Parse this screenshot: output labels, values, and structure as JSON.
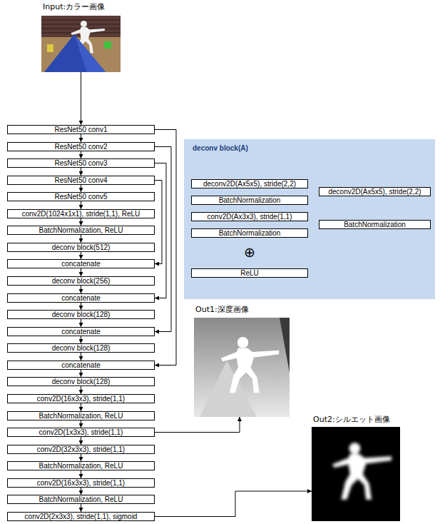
{
  "diagram": {
    "nodes": [
      {
        "text": [
          "Input:カラー画像"
        ]
      },
      {
        "text": [
          "ResNet50 conv1"
        ]
      },
      {
        "text": [
          "ResNet50 conv2"
        ]
      },
      {
        "text": [
          "ResNet50 conv3"
        ]
      },
      {
        "text": [
          "ResNet50 conv4"
        ]
      },
      {
        "text": [
          "ResNet50 conv5"
        ]
      },
      {
        "text": [
          "conv2D(1024x1x1), stride(1,1), ReLU"
        ]
      },
      {
        "text": [
          "BatchNormalization, ReLU"
        ]
      },
      {
        "text": [
          "deconv block(512)"
        ]
      },
      {
        "text": [
          "concatenate"
        ]
      },
      {
        "text": [
          "deconv block(256)"
        ]
      },
      {
        "text": [
          "concatenate"
        ]
      },
      {
        "text": [
          "deconv block(128)"
        ]
      },
      {
        "text": [
          "concatenate"
        ]
      },
      {
        "text": [
          "deconv block(128)"
        ]
      },
      {
        "text": [
          "concatenate"
        ]
      },
      {
        "text": [
          "deconv block(128)"
        ]
      },
      {
        "text": [
          "conv2D(16x3x3), stride(1,1)"
        ]
      },
      {
        "text": [
          "BatchNormalization, ReLU"
        ]
      },
      {
        "text": [
          "conv2D(1x3x3), stride(1,1)"
        ]
      },
      {
        "text": [
          "conv2D(32x3x3), stride(1,1)"
        ]
      },
      {
        "text": [
          "BatchNormalization, ReLU"
        ]
      },
      {
        "text": [
          "conv2D(16x3x3), stride(1,1)"
        ]
      },
      {
        "text": [
          "BatchNormalization, ReLU"
        ]
      },
      {
        "text": [
          "conv2D(2x3x3), stride(1,1), sigmoid"
        ]
      },
      {
        "text": [
          "Out1:深度画像"
        ]
      },
      {
        "text": [
          "Out2:シルエット画像"
        ]
      },
      {
        "text": [
          "deconv block(A)"
        ]
      },
      {
        "text": [
          "deconv2D(Ax5x5), stride(2,2)"
        ],
        "in": 27
      },
      {
        "text": [
          "deconv2D(Ax5x5), stride(2,2)"
        ],
        "in": 27
      },
      {
        "text": [
          "BatchNormalization"
        ],
        "in": 27
      },
      {
        "text": [
          "conv2D(Ax3x3), stride(1,1)"
        ],
        "in": 27
      },
      {
        "text": [
          "BatchNormalization"
        ],
        "in": 27
      },
      {
        "text": [
          "BatchNormalization"
        ],
        "in": 27
      },
      {
        "text": [
          "⊕"
        ],
        "in": 27
      },
      {
        "text": [
          "ReLU"
        ],
        "in": 27
      }
    ],
    "edges": [
      {
        "from": 0,
        "to": 1,
        "arrow": "to"
      },
      {
        "from": 1,
        "to": 2,
        "arrow": "to"
      },
      {
        "from": 2,
        "to": 3,
        "arrow": "to"
      },
      {
        "from": 3,
        "to": 4,
        "arrow": "to"
      },
      {
        "from": 4,
        "to": 5,
        "arrow": "to"
      },
      {
        "from": 5,
        "to": 6,
        "arrow": "to"
      },
      {
        "from": 6,
        "to": 7,
        "arrow": "to"
      },
      {
        "from": 7,
        "to": 8,
        "arrow": "to"
      },
      {
        "from": 8,
        "to": 9,
        "arrow": "to"
      },
      {
        "from": 9,
        "to": 10,
        "arrow": "to"
      },
      {
        "from": 10,
        "to": 11,
        "arrow": "to"
      },
      {
        "from": 11,
        "to": 12,
        "arrow": "to"
      },
      {
        "from": 12,
        "to": 13,
        "arrow": "to"
      },
      {
        "from": 13,
        "to": 14,
        "arrow": "to"
      },
      {
        "from": 14,
        "to": 15,
        "arrow": "to"
      },
      {
        "from": 15,
        "to": 16,
        "arrow": "to"
      },
      {
        "from": 16,
        "to": 17,
        "arrow": "to"
      },
      {
        "from": 17,
        "to": 18,
        "arrow": "to"
      },
      {
        "from": 18,
        "to": 19,
        "arrow": "to"
      },
      {
        "from": 19,
        "to": 20,
        "arrow": "to"
      },
      {
        "from": 20,
        "to": 21,
        "arrow": "to"
      },
      {
        "from": 21,
        "to": 22,
        "arrow": "to"
      },
      {
        "from": 22,
        "to": 23,
        "arrow": "to"
      },
      {
        "from": 23,
        "to": 24,
        "arrow": "to"
      },
      {
        "from": 4,
        "to": 9,
        "arrow": "to"
      },
      {
        "from": 3,
        "to": 11,
        "arrow": "to"
      },
      {
        "from": 2,
        "to": 13,
        "arrow": "to"
      },
      {
        "from": 1,
        "to": 15,
        "arrow": "to"
      },
      {
        "from": 19,
        "to": 25,
        "arrow": "to"
      },
      {
        "from": 24,
        "to": 26,
        "arrow": "to"
      },
      {
        "from": 28,
        "to": 30,
        "arrow": "to"
      },
      {
        "from": 30,
        "to": 31,
        "arrow": "to"
      },
      {
        "from": 31,
        "to": 33,
        "arrow": "to"
      },
      {
        "from": 33,
        "to": 34,
        "arrow": "to"
      },
      {
        "from": 29,
        "to": 32,
        "arrow": "to"
      },
      {
        "from": 32,
        "to": 34,
        "arrow": "to"
      },
      {
        "from": 34,
        "to": 35,
        "arrow": "to"
      }
    ]
  }
}
